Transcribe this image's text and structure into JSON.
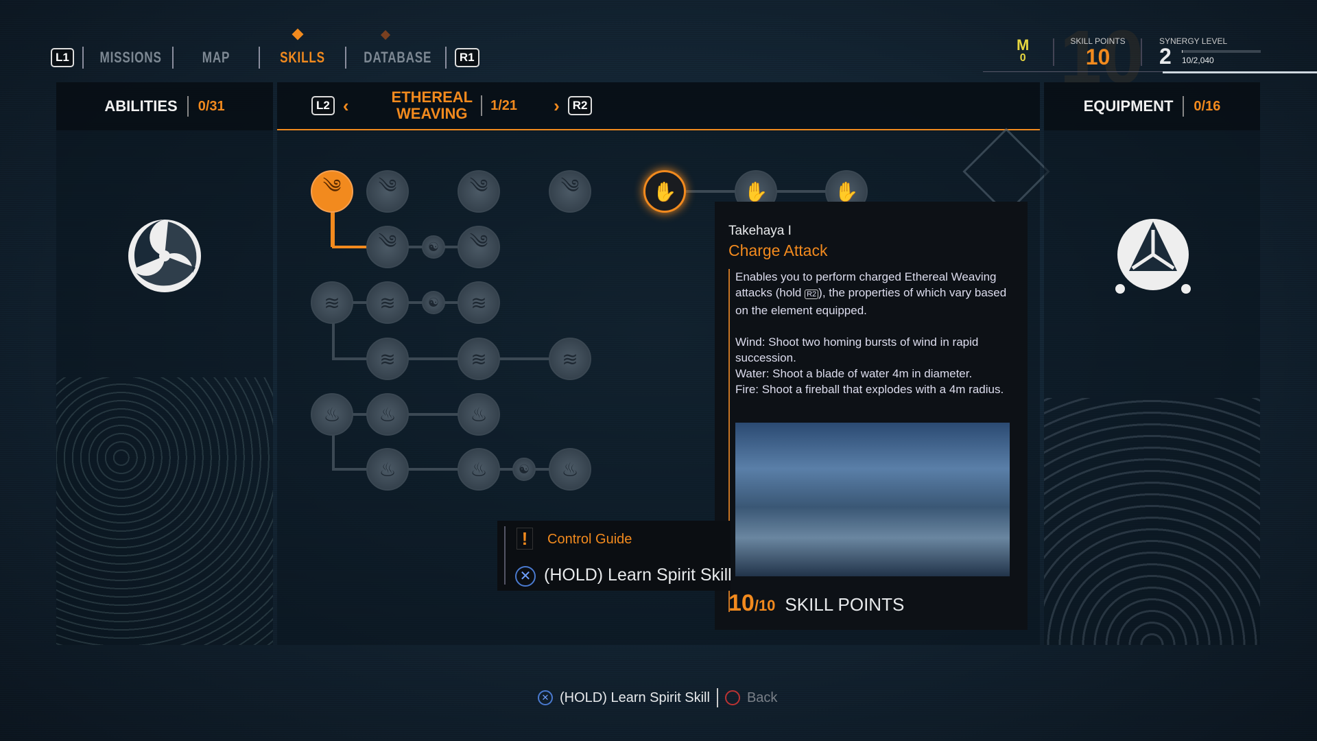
{
  "nav": {
    "left_btn": "L1",
    "right_btn": "R1",
    "tabs": [
      "MISSIONS",
      "MAP",
      "SKILLS",
      "DATABASE"
    ],
    "active": "SKILLS"
  },
  "stats": {
    "currency_icon": "M",
    "currency": "0",
    "skill_points_label": "SKILL POINTS",
    "skill_points": "10",
    "synergy_label": "SYNERGY LEVEL",
    "synergy_level": "2",
    "synergy_progress": "10/2,040",
    "synergy_fraction": 0.005
  },
  "abilities": {
    "label": "ABILITIES",
    "count": "0/31"
  },
  "tree": {
    "l_btn": "L2",
    "r_btn": "R2",
    "title1": "ETHEREAL",
    "title2": "WEAVING",
    "count": "1/21"
  },
  "equipment": {
    "label": "EQUIPMENT",
    "count": "0/16"
  },
  "tooltip": {
    "name": "Takehaya I",
    "title": "Charge Attack",
    "desc1a": "Enables you to perform charged Ethereal Weaving attacks (hold ",
    "desc1btn": "R2",
    "desc1b": "), the properties of which vary based on the element equipped.",
    "wind": "Wind: Shoot two homing bursts of wind in rapid succession.",
    "water": "Water: Shoot a blade of water 4m in diameter.",
    "fire": "Fire: Shoot a fireball that explodes with a 4m radius.",
    "cost": "10",
    "cost_total": "/10",
    "cost_label": "SKILL POINTS"
  },
  "control_guide": {
    "title": "Control Guide",
    "action": "(HOLD) Learn Spirit Skill"
  },
  "footer": {
    "learn": "(HOLD) Learn Spirit Skill",
    "back": "Back"
  },
  "nodes": [
    {
      "icon": "wind",
      "state": "learned"
    },
    {
      "icon": "wind",
      "state": "locked"
    },
    {
      "icon": "wind",
      "state": "locked"
    },
    {
      "icon": "wind",
      "state": "locked"
    },
    {
      "icon": "wind",
      "state": "locked"
    },
    {
      "icon": "yin-yang",
      "state": "locked"
    },
    {
      "icon": "wind",
      "state": "locked"
    },
    {
      "icon": "water",
      "state": "locked"
    },
    {
      "icon": "water",
      "state": "locked"
    },
    {
      "icon": "yin-yang",
      "state": "locked"
    },
    {
      "icon": "water",
      "state": "locked"
    },
    {
      "icon": "water",
      "state": "locked"
    },
    {
      "icon": "water",
      "state": "locked"
    },
    {
      "icon": "water",
      "state": "locked"
    },
    {
      "icon": "fire",
      "state": "locked"
    },
    {
      "icon": "fire",
      "state": "locked"
    },
    {
      "icon": "fire",
      "state": "locked"
    },
    {
      "icon": "fire",
      "state": "locked"
    },
    {
      "icon": "fire",
      "state": "locked"
    },
    {
      "icon": "yin-yang",
      "state": "locked"
    },
    {
      "icon": "fire",
      "state": "locked"
    },
    {
      "icon": "charge-hand",
      "state": "selected"
    },
    {
      "icon": "charge-hand",
      "state": "locked"
    },
    {
      "icon": "charge-hand",
      "state": "locked"
    }
  ]
}
